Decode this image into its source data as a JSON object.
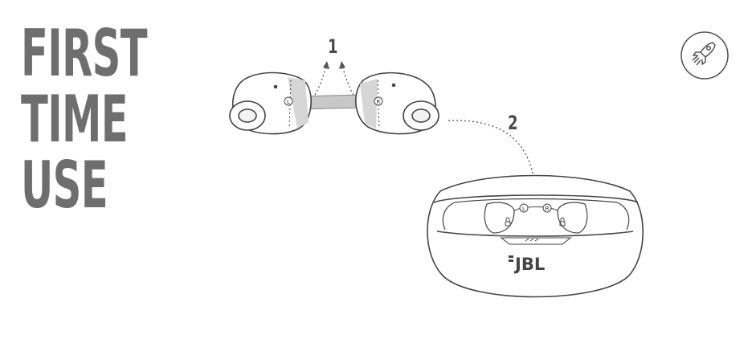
{
  "heading": {
    "lines": [
      "FIRST",
      "TIME",
      "USE"
    ]
  },
  "steps": {
    "one": "1",
    "two": "2"
  },
  "earbuds": {
    "left_mark": "L",
    "right_mark": "R"
  },
  "case": {
    "brand": "JBL",
    "left_mark": "L",
    "right_mark": "R"
  },
  "icons": {
    "badge": "rocket-icon"
  },
  "colors": {
    "title": "#6e6e6e",
    "line": "#5a5a5a",
    "tab": "#c8c8c8"
  }
}
